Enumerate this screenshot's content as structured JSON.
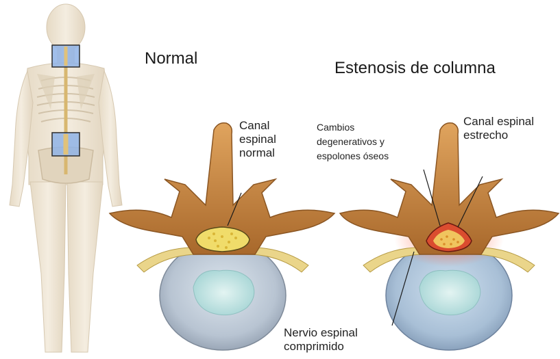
{
  "headings": {
    "normal": "Normal",
    "stenosis": "Estenosis de columna"
  },
  "labels": {
    "normal_canal": [
      "Canal",
      "espinal",
      "normal"
    ],
    "degenerative": [
      "Cambios",
      "degenerativos y",
      "espolones óseos"
    ],
    "narrow_canal": [
      "Canal espinal",
      "estrecho"
    ],
    "compressed_nerve": [
      "Nervio espinal",
      "comprimido"
    ]
  },
  "colors": {
    "bone": "#c9873e",
    "bone_dark": "#8a5522",
    "disc_outer": "#b9c3cf",
    "disc_inner": "#cfe3e6",
    "nerve": "#ead58a",
    "canal": "#f0dc6a",
    "inflammation": "#e2472f",
    "highlight_box": "#8fb3e6",
    "body_figure": "#ece3d2"
  },
  "icons": {
    "body": "human-skeleton-back-view-icon",
    "normal_vertebra": "normal-vertebra-cross-section-icon",
    "stenosis_vertebra": "stenotic-vertebra-cross-section-icon"
  }
}
